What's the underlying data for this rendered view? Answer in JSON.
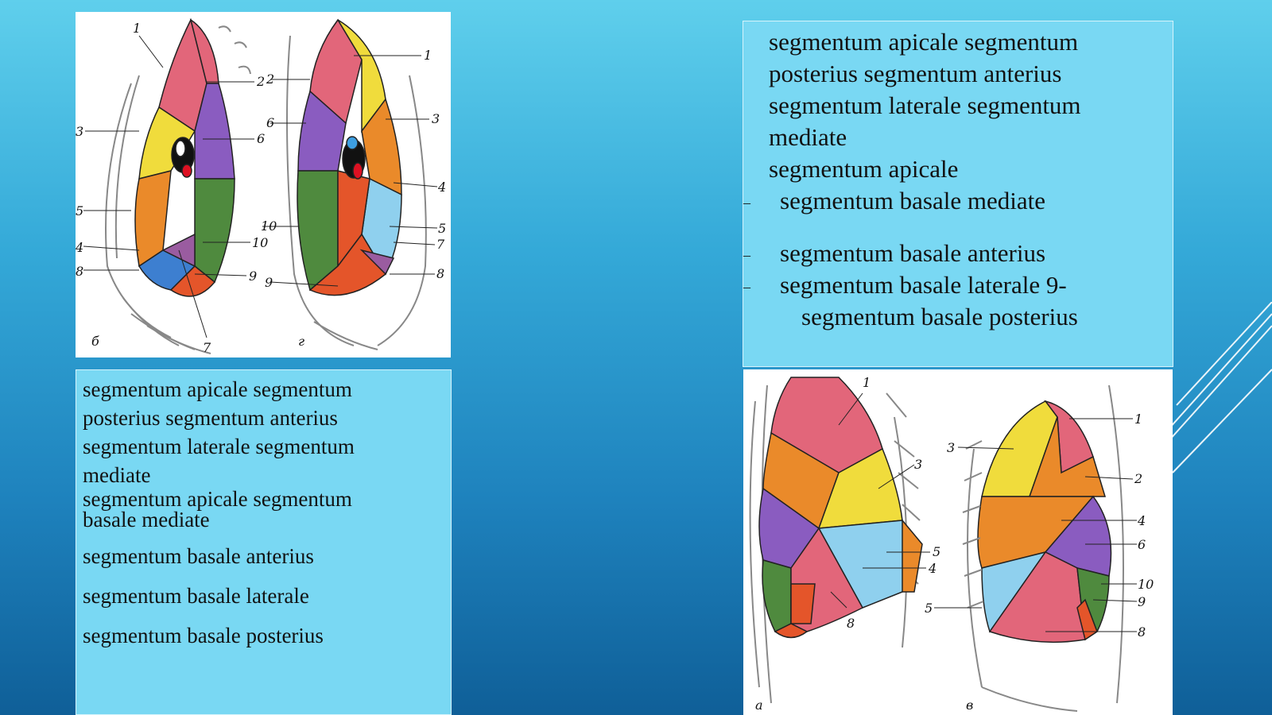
{
  "left_text": {
    "line1": "segmentum apicale segmentum",
    "line2": "posterius segmentum anterius",
    "line3": "segmentum laterale segmentum",
    "line4": "mediate",
    "line5": "segmentum apicale segmentum",
    "line6": "basale mediate",
    "line7": "segmentum basale anterius",
    "line8": "segmentum basale laterale",
    "line9": "segmentum basale posterius"
  },
  "right_text": {
    "line1": "segmentum apicale segmentum",
    "line2": "posterius segmentum anterius",
    "line3": "segmentum laterale segmentum",
    "line4": "mediate",
    "line5": "segmentum apicale",
    "bullet1": "segmentum basale mediate",
    "bullet2": "segmentum basale anterius",
    "bullet3": "segmentum basale laterale 9-",
    "bullet3_cont": "segmentum basale posterius",
    "bullet_marker": "–"
  },
  "figure_top": {
    "labels": [
      "1",
      "2",
      "3",
      "6",
      "5",
      "4",
      "8",
      "10",
      "9",
      "7",
      "1",
      "2",
      "6",
      "3",
      "4",
      "10",
      "5",
      "7",
      "9",
      "8"
    ],
    "sublabels": [
      "б",
      "г"
    ]
  },
  "figure_bottom": {
    "labels": [
      "1",
      "3",
      "5",
      "4",
      "8",
      "5",
      "1",
      "3",
      "2",
      "4",
      "6",
      "10",
      "9",
      "8"
    ],
    "sublabels": [
      "а",
      "в"
    ]
  },
  "colors": {
    "apical_pink": "#e2667a",
    "yellow": "#f0dc3c",
    "orange": "#ea8a2a",
    "purple": "#8a5cc0",
    "green": "#4f8a3e",
    "red_orange": "#e4552a",
    "light_blue": "#8fd0ee",
    "blue": "#3d7fd0"
  }
}
